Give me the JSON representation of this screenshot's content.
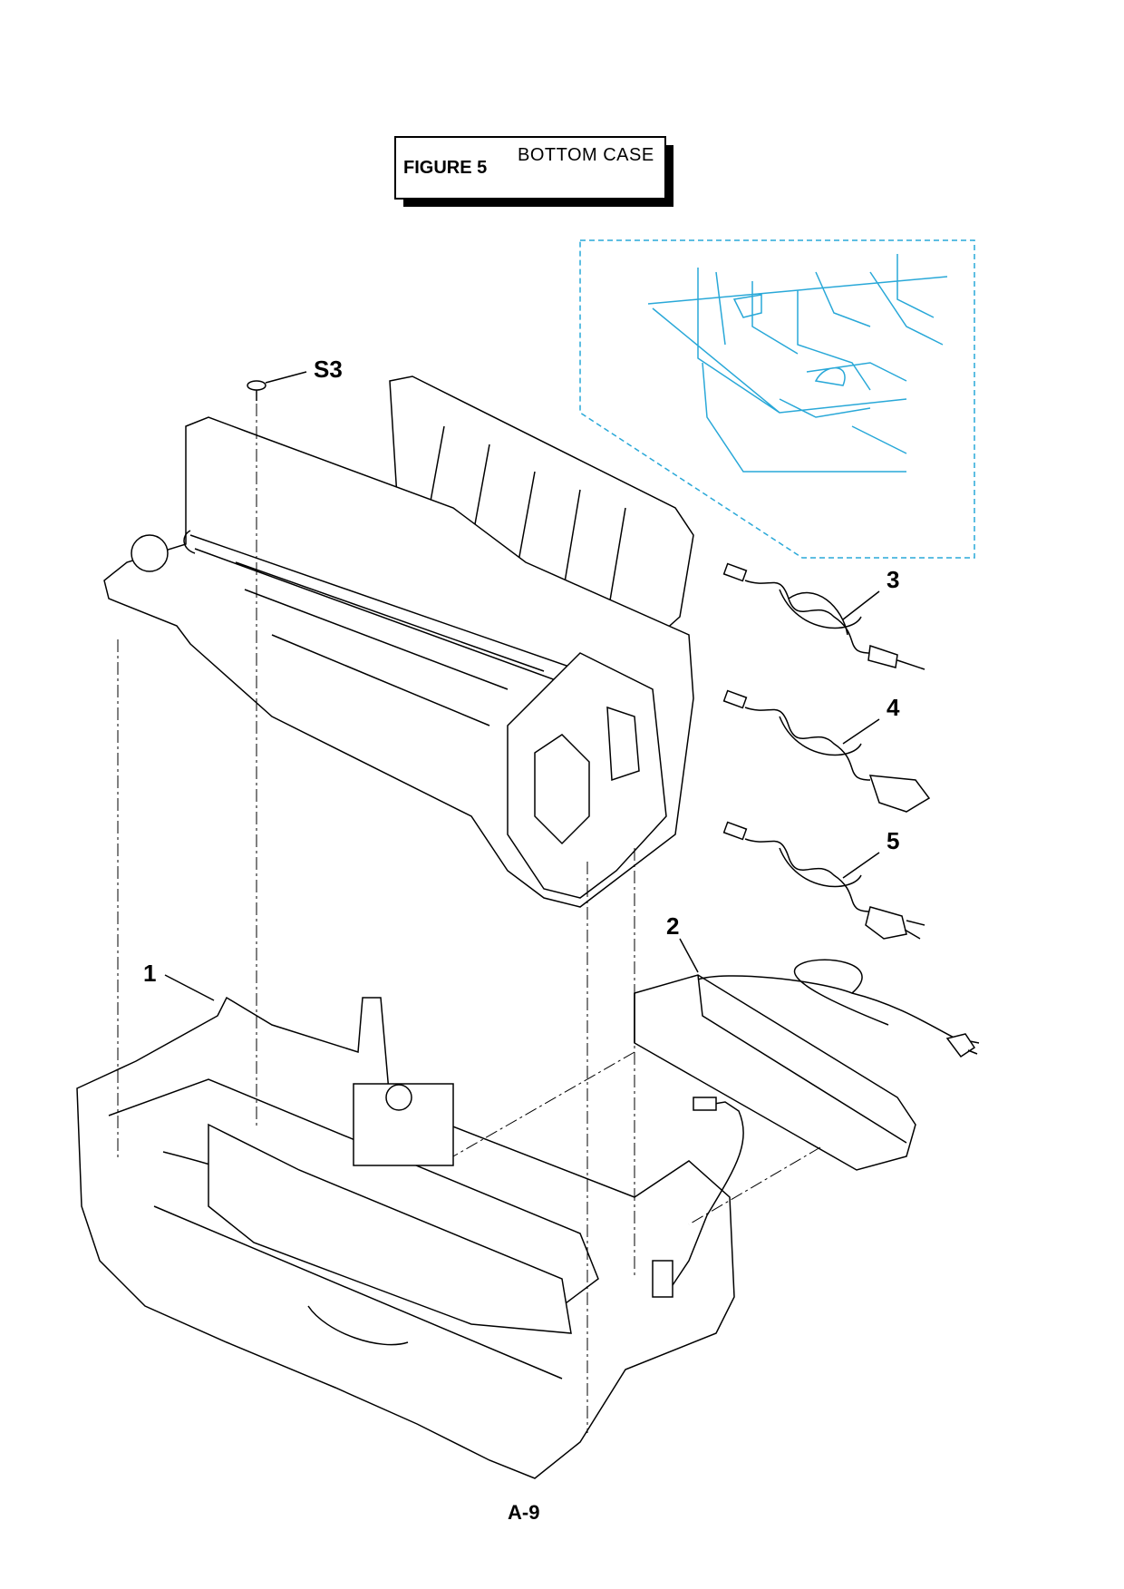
{
  "header": {
    "figure_label": "FIGURE 5",
    "figure_title": "BOTTOM CASE"
  },
  "callouts": {
    "screw": "S3",
    "bottom_case": "1",
    "power_supply": "2",
    "cord_eu": "3",
    "cord_uk": "4",
    "cord_au": "5"
  },
  "footer": {
    "page_number": "A-9"
  },
  "colors": {
    "line": "#000000",
    "detail_cyan": "#29a8d8"
  }
}
